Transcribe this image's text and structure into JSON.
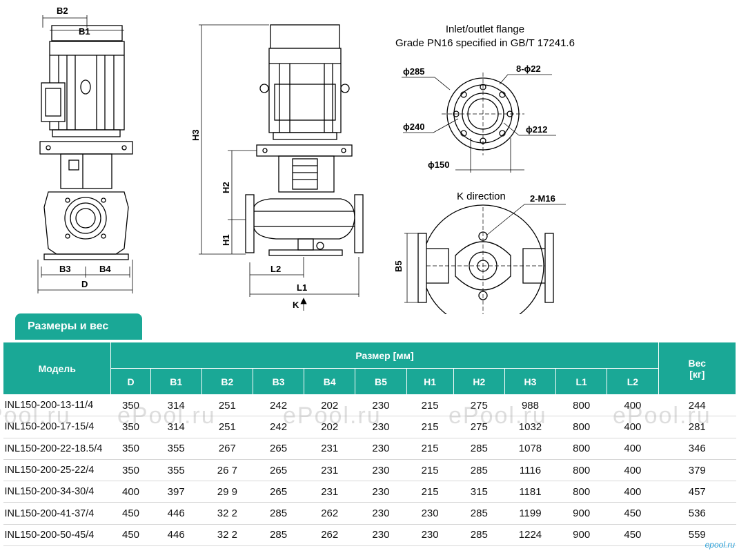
{
  "flange_note": {
    "line1": "Inlet/outlet flange",
    "line2": "Grade PN16 specified in GB/T 17241.6",
    "d285": "ϕ285",
    "bolts": "8-ϕ22",
    "d240": "ϕ240",
    "d212": "ϕ212",
    "d150": "ϕ150"
  },
  "k_view": {
    "title": "K direction",
    "bolts": "2-M16",
    "b5": "B5"
  },
  "front_view": {
    "b2": "B2",
    "b1": "B1",
    "b3": "B3",
    "b4": "B4",
    "d": "D"
  },
  "side_view": {
    "h3": "H3",
    "h2": "H2",
    "h1": "H1",
    "l2": "L2",
    "l1": "L1",
    "k": "K"
  },
  "section_title": "Размеры и вес",
  "table": {
    "model_header": "Модель",
    "size_header": "Размер [мм]",
    "weight_header_line1": "Вес",
    "weight_header_line2": "[кг]",
    "columns": [
      "D",
      "B1",
      "B2",
      "B3",
      "B4",
      "B5",
      "H1",
      "H2",
      "H3",
      "L1",
      "L2"
    ],
    "rows": [
      [
        "INL150-200-13-11/4",
        "350",
        "314",
        "251",
        "242",
        "202",
        "230",
        "215",
        "275",
        "988",
        "800",
        "400",
        "244"
      ],
      [
        "INL150-200-17-15/4",
        "350",
        "314",
        "251",
        "242",
        "202",
        "230",
        "215",
        "275",
        "1032",
        "800",
        "400",
        "281"
      ],
      [
        "INL150-200-22-18.5/4",
        "350",
        "355",
        "267",
        "265",
        "231",
        "230",
        "215",
        "285",
        "1078",
        "800",
        "400",
        "346"
      ],
      [
        "INL150-200-25-22/4",
        "350",
        "355",
        "26 7",
        "265",
        "231",
        "230",
        "215",
        "285",
        "1116",
        "800",
        "400",
        "379"
      ],
      [
        "INL150-200-34-30/4",
        "400",
        "397",
        "29 9",
        "265",
        "231",
        "230",
        "215",
        "315",
        "1181",
        "800",
        "400",
        "457"
      ],
      [
        "INL150-200-41-37/4",
        "450",
        "446",
        "32 2",
        "285",
        "262",
        "230",
        "230",
        "285",
        "1199",
        "900",
        "450",
        "536"
      ],
      [
        "INL150-200-50-45/4",
        "450",
        "446",
        "32 2",
        "285",
        "262",
        "230",
        "230",
        "285",
        "1224",
        "900",
        "450",
        "559"
      ]
    ]
  },
  "watermark": "ePool.ru",
  "watermark_small": "epool.ru",
  "colors": {
    "accent": "#1aa896"
  }
}
